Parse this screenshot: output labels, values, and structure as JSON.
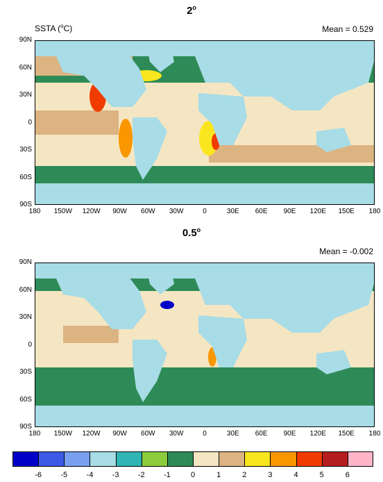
{
  "panels": [
    {
      "title": "2",
      "title_sup": "o",
      "label_prefix": "SSTA (",
      "label_sup": "o",
      "label_suffix": "C)",
      "mean_label": "Mean = ",
      "mean_value": "0.529"
    },
    {
      "title": "0.5",
      "title_sup": "o",
      "label_prefix": "",
      "label_sup": "",
      "label_suffix": "",
      "mean_label": "Mean = ",
      "mean_value": "-0.002"
    }
  ],
  "lat_ticks": [
    "90N",
    "60N",
    "30N",
    "0",
    "30S",
    "60S",
    "90S"
  ],
  "lon_ticks": [
    "180",
    "150W",
    "120W",
    "90W",
    "60W",
    "30W",
    "0",
    "30E",
    "60E",
    "90E",
    "120E",
    "150E",
    "180"
  ],
  "colorbar": {
    "colors": [
      "#0000c8",
      "#3c5ae6",
      "#78a0f0",
      "#a8dce6",
      "#30b4b4",
      "#8ccc3c",
      "#2e8b57",
      "#f5e6c3",
      "#dcb482",
      "#fae61e",
      "#fa9600",
      "#f03c00",
      "#b41e1e",
      "#ffb4c8"
    ],
    "labels": [
      "-6",
      "-5",
      "-4",
      "-3",
      "-2",
      "-1",
      "0",
      "1",
      "2",
      "3",
      "4",
      "5",
      "6"
    ]
  },
  "map_colors": {
    "ocean_neutral": "#2e8b57",
    "land": "#a8dce6",
    "warm": "#f5e6c3",
    "tan": "#dcb482"
  }
}
